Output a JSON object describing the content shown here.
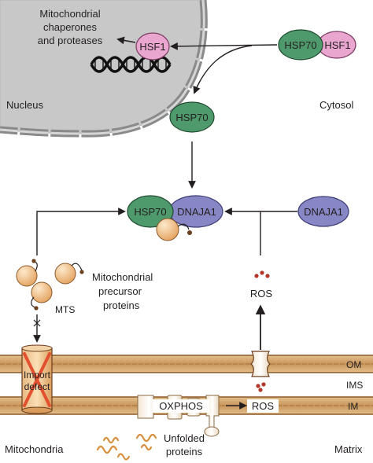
{
  "labels": {
    "mito_chaperones_line1": "Mitochondrial",
    "mito_chaperones_line2": "chaperones",
    "mito_chaperones_line3": "and proteases",
    "nucleus": "Nucleus",
    "cytosol": "Cytosol",
    "precursor_line1": "Mitochondrial",
    "precursor_line2": "precursor",
    "precursor_line3": "proteins",
    "mts": "MTS",
    "ros_top": "ROS",
    "import_defect_line1": "Import",
    "import_defect_line2": "defect",
    "om": "OM",
    "ims": "IMS",
    "im": "IM",
    "oxphos": "OXPHOS",
    "ros_inner": "ROS",
    "mitochondria": "Mitochondria",
    "unfolded_line1": "Unfolded",
    "unfolded_line2": "proteins",
    "matrix": "Matrix"
  },
  "proteins": {
    "hsf1": "HSF1",
    "hsp70": "HSP70",
    "dnaja1": "DNAJA1"
  },
  "colors": {
    "hsf1_fill": "#e9a6cf",
    "hsp70_fill": "#4f9a6c",
    "dnaja1_fill": "#8887c6",
    "precursor_fill": "#f2c48c",
    "membrane_fill": "#c79a63",
    "nucleus_fill": "#c9c9c9",
    "ros_dot": "#b3372c",
    "import_cross": "#e2502f"
  }
}
